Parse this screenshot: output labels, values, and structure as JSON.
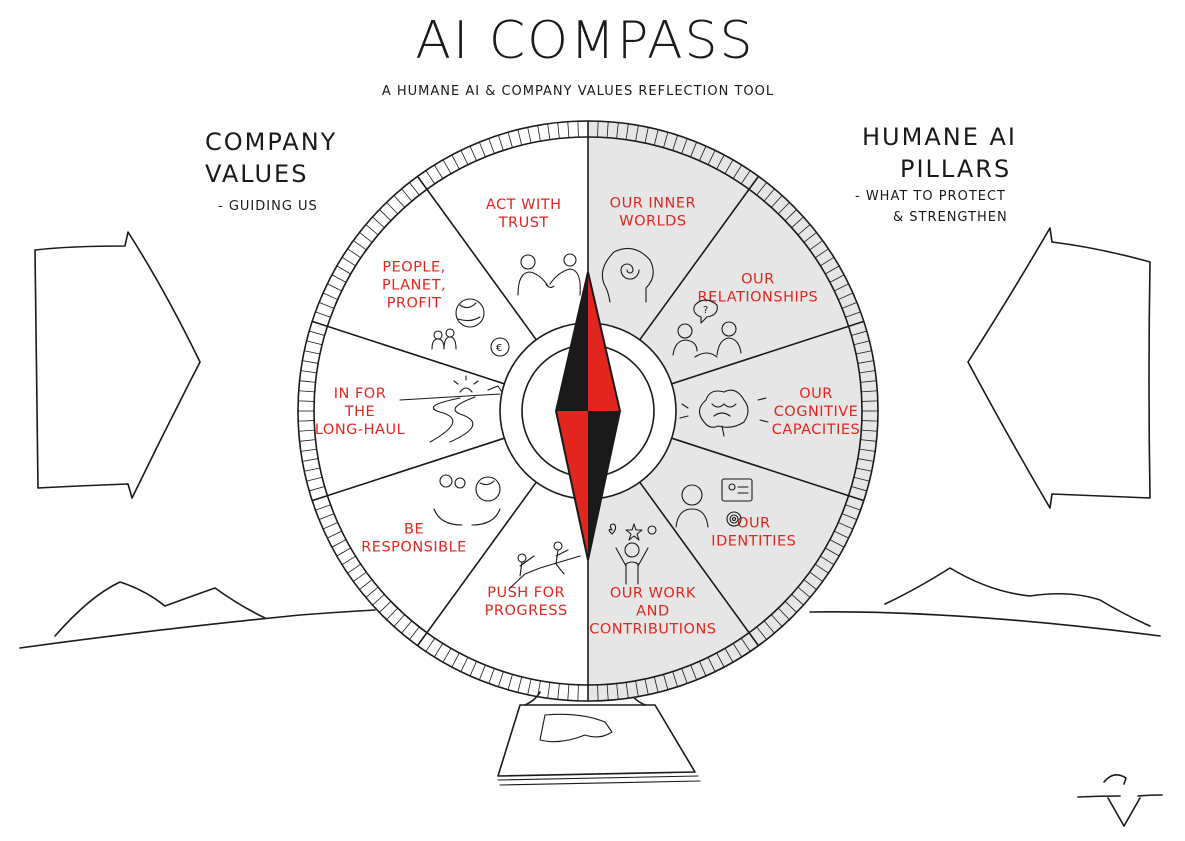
{
  "header": {
    "title": "AI COMPASS",
    "subtitle": "A HUMANE AI & COMPANY VALUES REFLECTION TOOL"
  },
  "left_panel": {
    "heading_line1": "COMPANY",
    "heading_line2": "VALUES",
    "note": "- GUIDING US"
  },
  "right_panel": {
    "heading_line1": "HUMANE AI",
    "heading_line2": "PILLARS",
    "note_line1": "- WHAT TO PROTECT",
    "note_line2": "& STRENGTHEN"
  },
  "colors": {
    "ink": "#1a1a1a",
    "accent_red": "#e2261f",
    "shade_grey": "#e6e6e6"
  },
  "segments": {
    "company_values": [
      {
        "lines": [
          "ACT WITH",
          "TRUST"
        ],
        "icon": "handshake-icon"
      },
      {
        "lines": [
          "PEOPLE,",
          "PLANET,",
          "PROFIT"
        ],
        "icon": "people-globe-icon"
      },
      {
        "lines": [
          "IN FOR",
          "THE",
          "LONG-HAUL"
        ],
        "icon": "long-road-icon"
      },
      {
        "lines": [
          "BE",
          "RESPONSIBLE"
        ],
        "icon": "hands-globe-icon"
      },
      {
        "lines": [
          "PUSH FOR",
          "PROGRESS"
        ],
        "icon": "climber-icon"
      }
    ],
    "humane_ai_pillars": [
      {
        "lines": [
          "OUR INNER",
          "WORLDS"
        ],
        "icon": "spiral-mind-icon"
      },
      {
        "lines": [
          "OUR",
          "RELATIONSHIPS"
        ],
        "icon": "conversation-icon"
      },
      {
        "lines": [
          "OUR",
          "COGNITIVE",
          "CAPACITIES"
        ],
        "icon": "brain-icon"
      },
      {
        "lines": [
          "OUR",
          "IDENTITIES"
        ],
        "icon": "id-card-icon"
      },
      {
        "lines": [
          "OUR WORK",
          "AND",
          "CONTRIBUTIONS"
        ],
        "icon": "celebrating-person-icon"
      }
    ]
  }
}
